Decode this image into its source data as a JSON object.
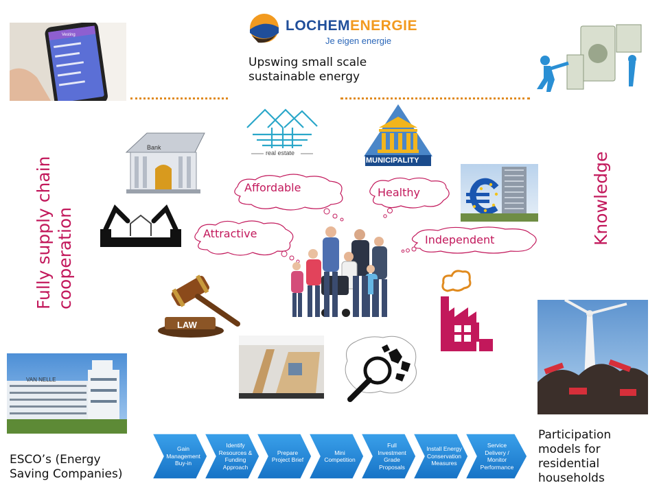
{
  "logo": {
    "brand_a": "LOCHEM",
    "brand_b": "ENERGIE",
    "tagline": "Je eigen energie"
  },
  "headline": [
    "Upswing small scale",
    "sustainable energy"
  ],
  "left_vertical": [
    "Fully supply chain",
    "cooperation"
  ],
  "right_vertical": "Knowledge",
  "clouds": {
    "affordable": "Affordable",
    "healthy": "Healthy",
    "attractive": "Attractive",
    "independent": "Independent"
  },
  "icons": {
    "bank_label": "Bank",
    "real_estate_label": "real estate",
    "municipality_label": "MUNICIPALITY",
    "law_label": "LAW",
    "building_sign": "VAN NELLE",
    "phone_header": "Vesting"
  },
  "captions": {
    "esco": [
      "ESCO’s (Energy",
      "Saving Companies)"
    ],
    "participation": [
      "Participation",
      "models for",
      "residential",
      "households"
    ]
  },
  "process_steps": [
    [
      "Gain",
      "Management",
      "Buy-in"
    ],
    [
      "Identify",
      "Resources &",
      "Funding",
      "Approach"
    ],
    [
      "Prepare",
      "Project Brief"
    ],
    [
      "Mini",
      "Competition"
    ],
    [
      "Full",
      "Investment",
      "Grade",
      "Proposals"
    ],
    [
      "Install Energy",
      "Conservation",
      "Measures"
    ],
    [
      "Service",
      "Delivery /",
      "Monitor",
      "Performance"
    ]
  ],
  "colors": {
    "accent": "#c2185b",
    "dots": "#e08a1e",
    "process_blue": "#1e88d8",
    "logo_blue": "#1f4e9a"
  }
}
